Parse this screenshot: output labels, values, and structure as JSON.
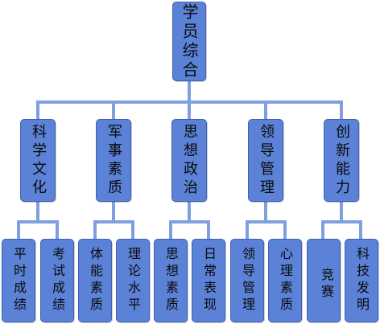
{
  "root": {
    "label": "学员综合"
  },
  "categories": [
    {
      "label": "科学文化",
      "children": [
        {
          "label": "平时成绩"
        },
        {
          "label": "考试成绩"
        }
      ]
    },
    {
      "label": "军事素质",
      "children": [
        {
          "label": "体能素质"
        },
        {
          "label": "理论水平"
        }
      ]
    },
    {
      "label": "思想政治",
      "children": [
        {
          "label": "思想素质"
        },
        {
          "label": "日常表现"
        }
      ]
    },
    {
      "label": "领导管理",
      "children": [
        {
          "label": "领导管理"
        },
        {
          "label": "心理素质"
        }
      ]
    },
    {
      "label": "创新能力",
      "children": [
        {
          "label": "竞赛"
        },
        {
          "label": "科技发明"
        }
      ]
    }
  ],
  "colors": {
    "node_fill": "#5b82d6",
    "node_border": "#3f62ad",
    "connector": "#7f9fe0",
    "text": "#0a0a0a"
  }
}
